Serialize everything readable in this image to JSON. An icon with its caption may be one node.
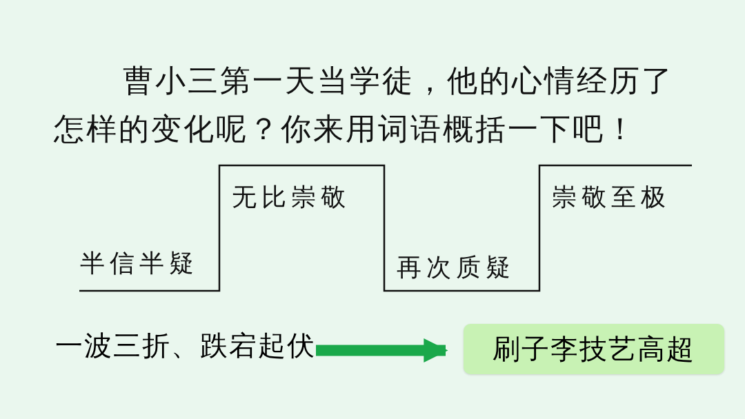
{
  "diagram": {
    "title": "曹小三第一天当学徒，他的心情经历了怎样的变化呢？你来用词语概括一下吧！",
    "nodes": [
      {
        "text": [
          "一波三折、跌宕起伏"
        ]
      },
      {
        "text": [
          "刷子李技艺高超"
        ]
      }
    ],
    "edges": [
      {
        "from": 0,
        "to": 1,
        "arrow": "to"
      }
    ],
    "labels": [
      "无比崇敬",
      "崇敬至极",
      "半信半疑",
      "再次质疑"
    ]
  }
}
